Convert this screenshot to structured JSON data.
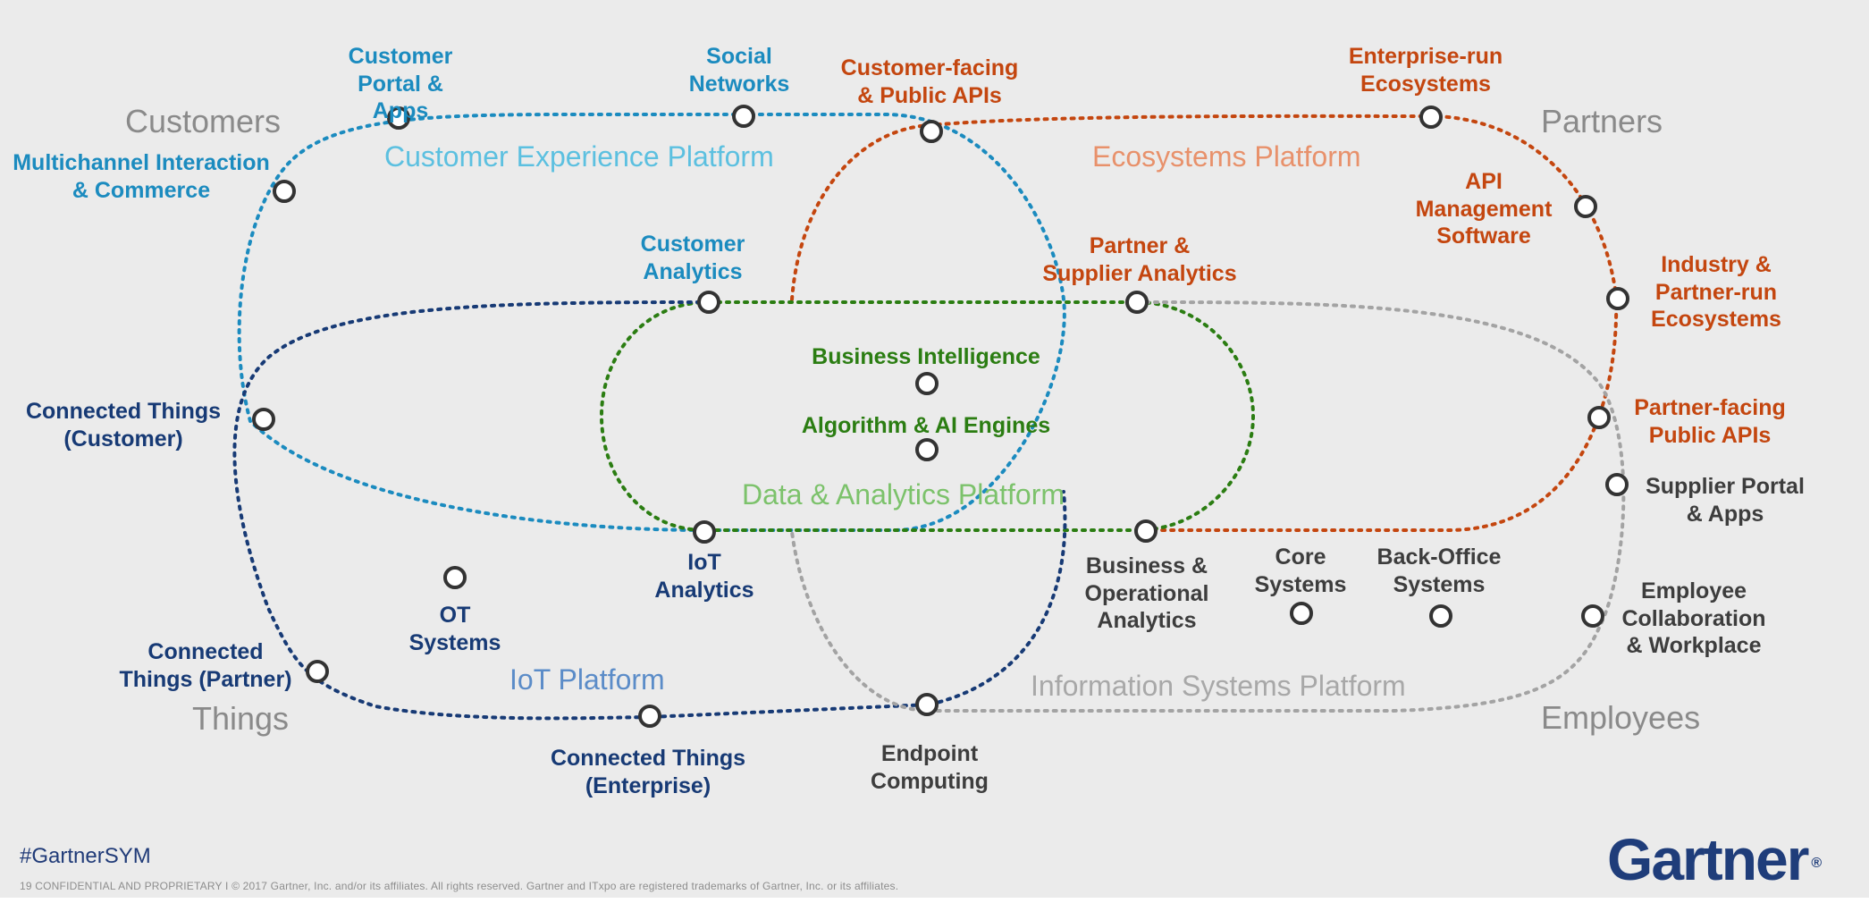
{
  "stakeholders": {
    "customers": "Customers",
    "partners": "Partners",
    "things": "Things",
    "employees": "Employees"
  },
  "platforms": {
    "customer_experience": "Customer Experience Platform",
    "ecosystems": "Ecosystems Platform",
    "data_analytics": "Data & Analytics Platform",
    "iot": "IoT Platform",
    "information_systems": "Information Systems Platform"
  },
  "nodes": {
    "customer_portal": "Customer\nPortal & Apps",
    "social_networks": "Social\nNetworks",
    "customer_facing_apis": "Customer-facing\n& Public APIs",
    "enterprise_run_ecosystems": "Enterprise-run\nEcosystems",
    "multichannel": "Multichannel Interaction\n& Commerce",
    "api_management": "API\nManagement\nSoftware",
    "customer_analytics": "Customer\nAnalytics",
    "partner_supplier_analytics": "Partner &\nSupplier Analytics",
    "industry_partner_ecosystems": "Industry &\nPartner-run\nEcosystems",
    "business_intelligence": "Business Intelligence",
    "algorithm_ai": "Algorithm & AI Engines",
    "connected_things_customer": "Connected Things\n(Customer)",
    "partner_facing_apis": "Partner-facing\nPublic APIs",
    "supplier_portal": "Supplier Portal\n& Apps",
    "iot_analytics": "IoT\nAnalytics",
    "business_operational_analytics": "Business &\nOperational\nAnalytics",
    "core_systems": "Core\nSystems",
    "back_office_systems": "Back-Office\nSystems",
    "employee_collaboration": "Employee\nCollaboration\n& Workplace",
    "ot_systems": "OT\nSystems",
    "connected_things_partner": "Connected\nThings (Partner)",
    "connected_things_enterprise": "Connected Things\n(Enterprise)",
    "endpoint_computing": "Endpoint\nComputing"
  },
  "colors": {
    "customer_experience": "#1b8bbf",
    "ecosystems": "#c4460f",
    "data_analytics": "#2b7d12",
    "iot": "#173a75",
    "information_systems": "#a3a3a3",
    "customer_experience_title": "#5cc0e0",
    "ecosystems_title": "#e8916b",
    "data_analytics_title": "#7cc26b",
    "iot_title": "#5b8cc8",
    "information_systems_title": "#a8a8a8"
  },
  "footer": {
    "hashtag": "#GartnerSYM",
    "legal": "19   CONFIDENTIAL AND PROPRIETARY  I  © 2017 Gartner, Inc. and/or its affiliates. All rights reserved. Gartner and ITxpo are registered trademarks of Gartner, Inc. or its affiliates.",
    "logo": "Gartner",
    "logo_mark": "®"
  }
}
